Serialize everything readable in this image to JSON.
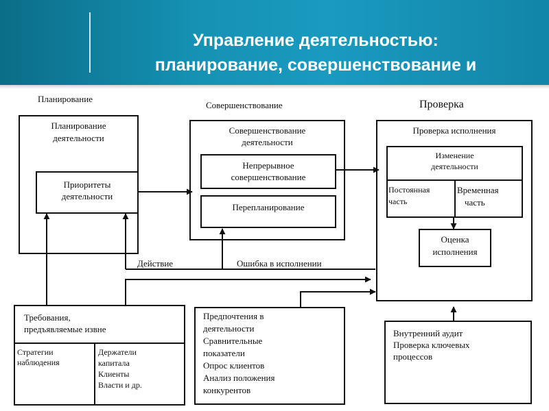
{
  "header": {
    "title_line1": "Управление деятельностью:",
    "title_line2": "планирование, совершенствование и"
  },
  "sections": {
    "planning": "Планирование",
    "improvement": "Совершенствование",
    "check": "Проверка"
  },
  "planning_box": {
    "title_line1": "Планирование",
    "title_line2": "деятельности",
    "priorities_line1": "Приоритеты",
    "priorities_line2": "деятельности"
  },
  "improvement_box": {
    "title_line1": "Совершенствование",
    "title_line2": "деятельности",
    "continuous_line1": "Непрерывное",
    "continuous_line2": "совершенствование",
    "replanning": "Перепланирование"
  },
  "check_box": {
    "title": "Проверка исполнения",
    "change_line1": "Изменение",
    "change_line2": "деятельности",
    "permanent_line1": "Постоянная",
    "permanent_line2": "часть",
    "temporary_line1": "Временная",
    "temporary_line2": "часть",
    "evaluation_line1": "Оценка",
    "evaluation_line2": "исполнения"
  },
  "flow_labels": {
    "action": "Действие",
    "error": "Ошибка в исполнении"
  },
  "requirements_box": {
    "title_line1": "Требования,",
    "title_line2": "предъявляемые извне",
    "left_line1": "Стратегии",
    "left_line2": "наблюдения",
    "right_line1": "Держатели",
    "right_line2": "капитала",
    "right_line3": "Клиенты",
    "right_line4": "Власти и др."
  },
  "preferences_box": {
    "line1": "Предпочтения в",
    "line2": "деятельности",
    "line3": "Сравнительные",
    "line4": "показатели",
    "line5": "Опрос клиентов",
    "line6": "Анализ положения",
    "line7": "конкурентов"
  },
  "audit_box": {
    "line1": "Внутренний аудит",
    "line2": "Проверка ключевых",
    "line3": "процессов"
  }
}
